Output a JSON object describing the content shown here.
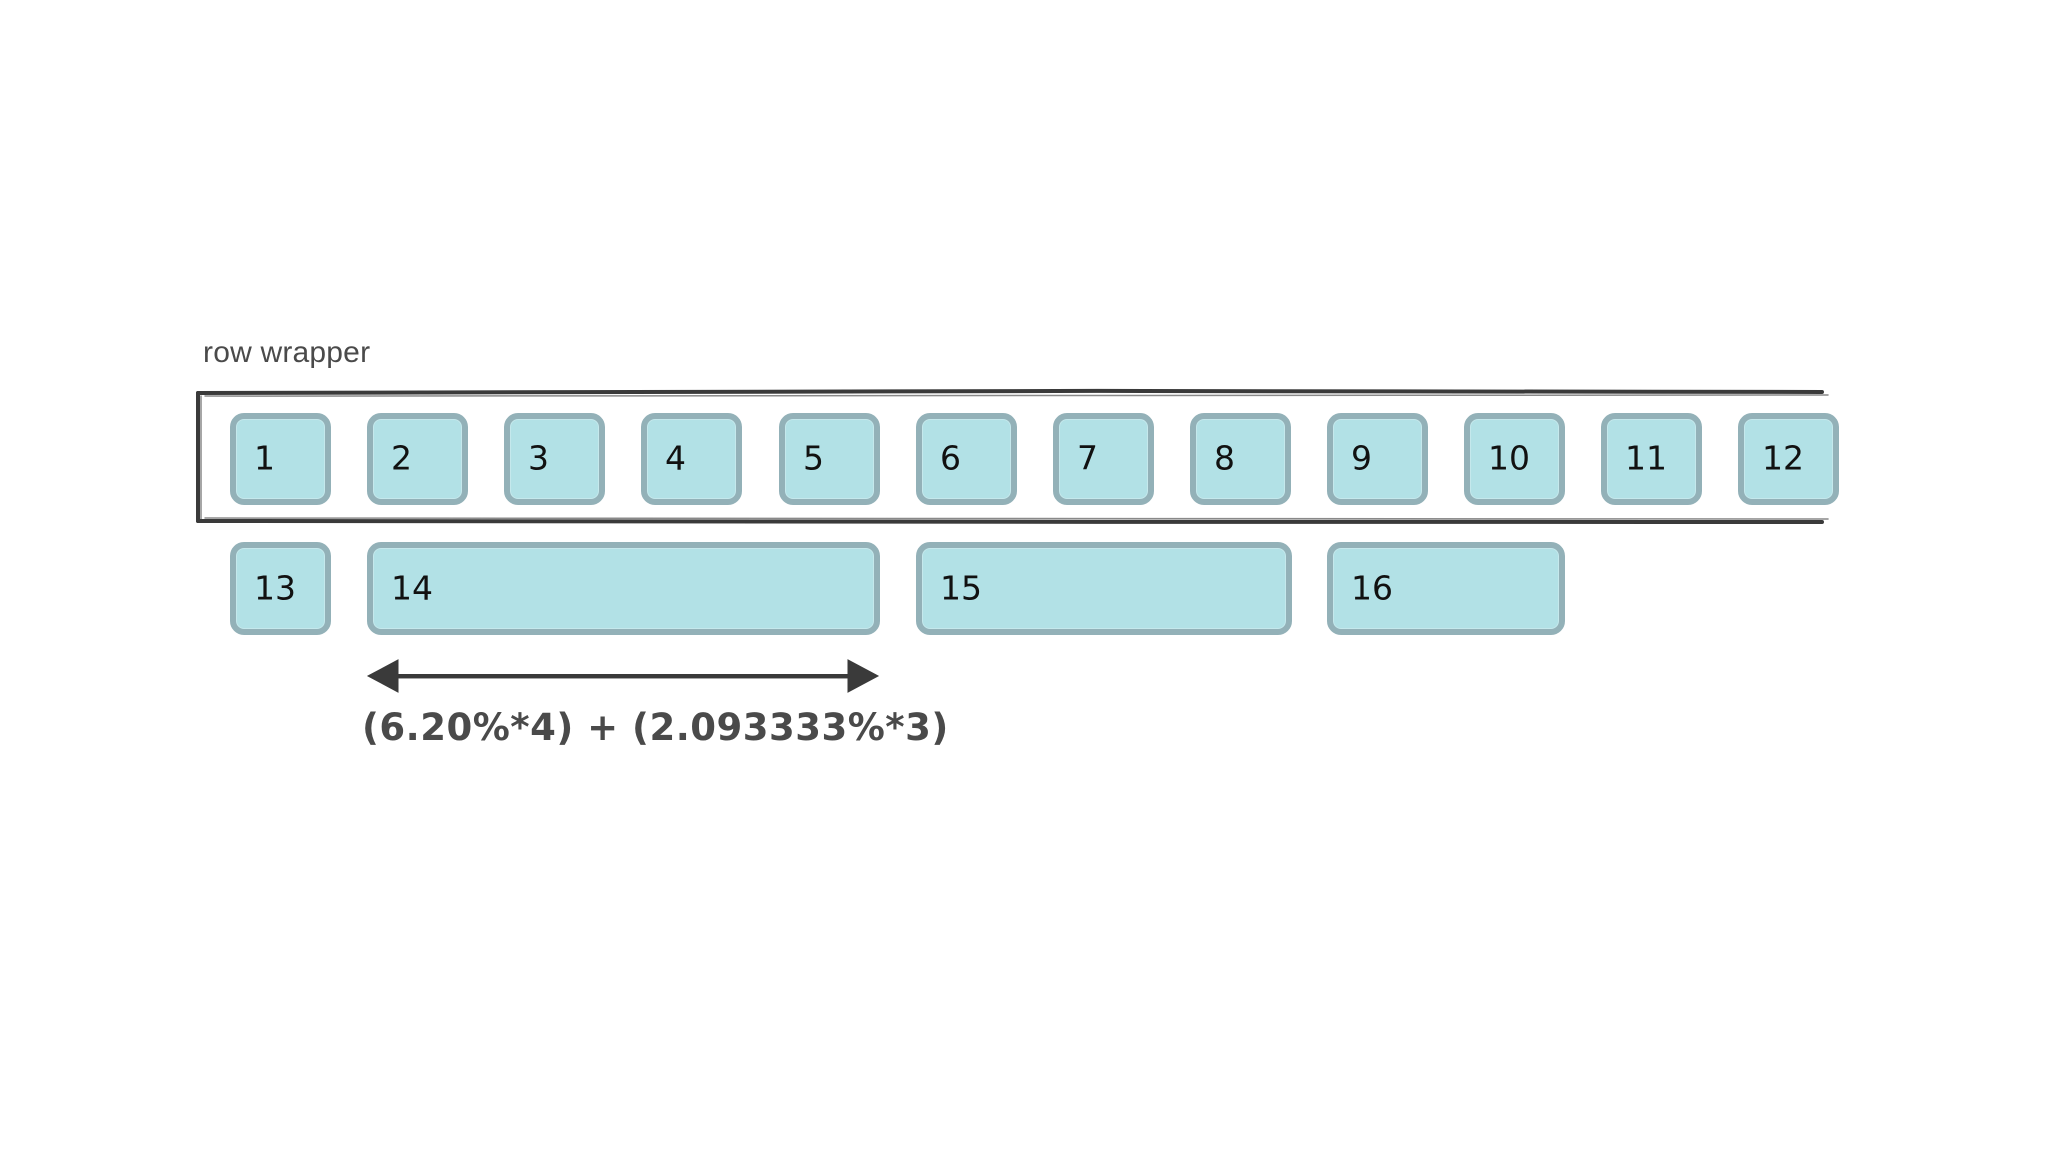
{
  "diagram": {
    "caption": "row wrapper",
    "formula": "(6.20%*4) + (2.093333%*3)",
    "colors": {
      "box_fill": "#b2e1e6",
      "box_border": "#93b1b8",
      "wrapper_stroke": "#3a3a3a",
      "text": "#4a4a4a"
    },
    "row1": [
      "1",
      "2",
      "3",
      "4",
      "5",
      "6",
      "7",
      "8",
      "9",
      "10",
      "11",
      "12"
    ],
    "row2": [
      "13",
      "14",
      "15",
      "16"
    ]
  }
}
